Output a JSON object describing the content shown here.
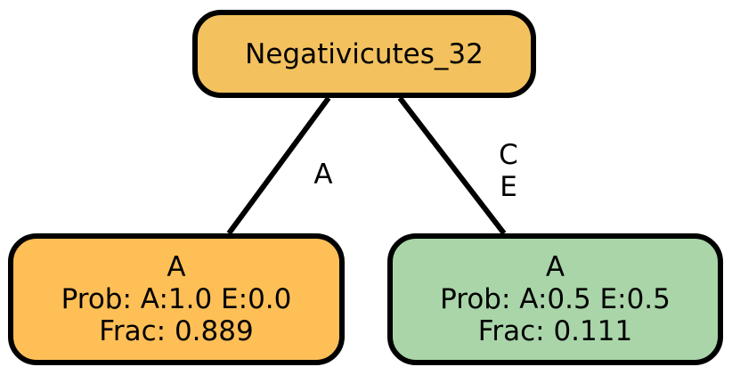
{
  "colors": {
    "root_fill": "#F3C25F",
    "left_fill": "#FEBF57",
    "right_fill": "#A9D5A9",
    "stroke": "#000000"
  },
  "nodes": {
    "root": {
      "lines": [
        "Negativicutes_32"
      ]
    },
    "left": {
      "lines": [
        "A",
        "Prob: A:1.0 E:0.0",
        "Frac: 0.889"
      ]
    },
    "right": {
      "lines": [
        "A",
        "Prob: A:0.5 E:0.5",
        "Frac: 0.111"
      ]
    }
  },
  "edges": {
    "left": {
      "label_lines": [
        "A"
      ]
    },
    "right": {
      "label_lines": [
        "C",
        "E"
      ]
    }
  }
}
